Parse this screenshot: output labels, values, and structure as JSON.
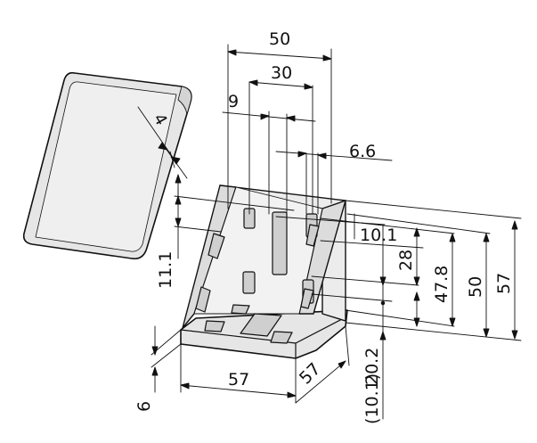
{
  "colors": {
    "line": "#111111",
    "part_fill": "#e6e6e6",
    "face_fill": "#f2f2f2",
    "dark_fill": "#c8c8c8",
    "background": "#ffffff"
  },
  "dimensions": {
    "width_50": "50",
    "width_30": "30",
    "width_9": "9",
    "width_6_6": "6.6",
    "cap_4": "4",
    "h_10_1": "10.1",
    "h_28": "28",
    "h_47_8": "47.8",
    "h_50": "50",
    "h_57_right": "57",
    "h_11_1": "11.1",
    "h_20_2": "20.2",
    "h_10_1_paren": "(10.1)",
    "base_57": "57",
    "depth_57": "57",
    "thick_6": "6"
  }
}
